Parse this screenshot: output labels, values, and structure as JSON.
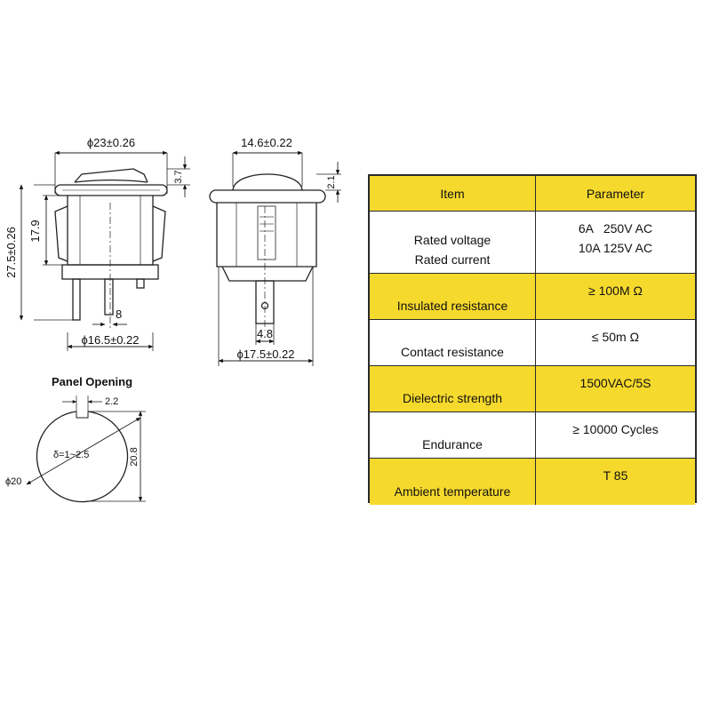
{
  "side_view": {
    "dim_width": "ϕ23±0.26",
    "dim_top": "3.7",
    "dim_height_total": "27.5±0.26",
    "dim_height_body": "17.9",
    "dim_pin_gap": "8",
    "dim_base": "ϕ16.5±0.22"
  },
  "front_view": {
    "dim_width": "14.6±0.22",
    "dim_top": "2.1",
    "dim_pin": "4.8",
    "dim_base": "ϕ17.5±0.22"
  },
  "panel_opening": {
    "title": "Panel Opening",
    "dim_notch": "2.2",
    "dim_height": "20.8",
    "dim_thickness": "δ=1~2.5",
    "dim_diameter": "ϕ20"
  },
  "colors": {
    "yellow": "#f6d92d",
    "line": "#2a2a2a"
  },
  "table": {
    "headers": {
      "item": "Item",
      "parameter": "Parameter"
    },
    "rows": [
      {
        "item": [
          "Rated voltage",
          "Rated current"
        ],
        "value": [
          "6A   250V AC",
          "10A 125V AC"
        ],
        "color": "white"
      },
      {
        "item": [
          "Insulated resistance"
        ],
        "value": [
          "≥ 100M Ω"
        ],
        "color": "yellow"
      },
      {
        "item": [
          "Contact resistance"
        ],
        "value": [
          "≤ 50m Ω"
        ],
        "color": "white"
      },
      {
        "item": [
          "Dielectric strength"
        ],
        "value": [
          "1500VAC/5S"
        ],
        "color": "yellow"
      },
      {
        "item": [
          "Endurance"
        ],
        "value": [
          "≥ 10000 Cycles"
        ],
        "color": "white"
      },
      {
        "item": [
          "Ambient temperature"
        ],
        "value": [
          "T 85"
        ],
        "color": "yellow"
      }
    ]
  }
}
